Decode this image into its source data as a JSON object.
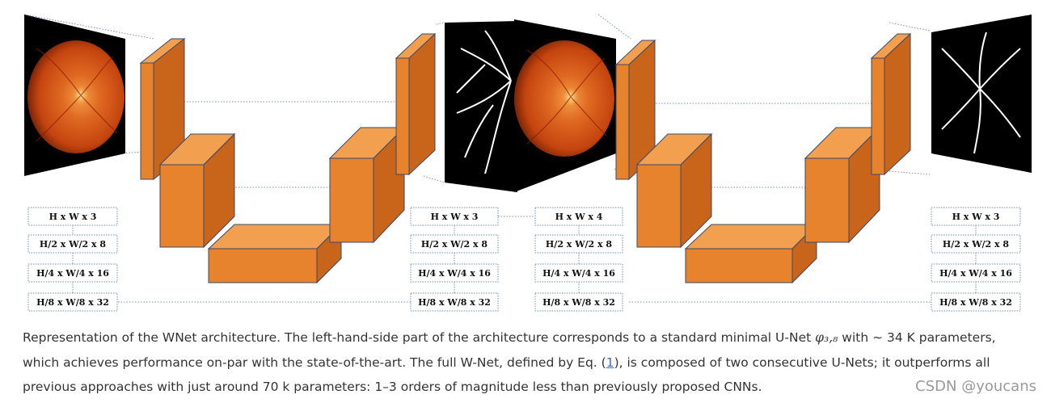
{
  "diagram": {
    "left_labels": [
      "H x W x  3",
      "H/2 x W/2 x 8",
      "H/4 x W/4 x 16",
      "H/8 x W/8 x 32"
    ],
    "mid_left_labels": [
      "H x W x  3",
      "H/2 x W/2 x 8",
      "H/4 x W/4 x 16",
      "H/8 x W/8 x 32"
    ],
    "mid_right_labels": [
      "H x W x 4",
      "H/2 x W/2 x 8",
      "H/4 x W/4 x 16",
      "H/8 x W/8 x 32"
    ],
    "right_labels": [
      "H x W x 3",
      "H/2 x W/2 x 8",
      "H/4 x W/4 x 16",
      "H/8 x W/8 x 32"
    ],
    "colors": {
      "block_front": "#e8832d",
      "block_side": "#c9641b",
      "block_top": "#f2a050",
      "block_edge": "#3a4a6a",
      "fundus": "#d9551a",
      "label_border": "#6f8fb0"
    }
  },
  "caption": {
    "line1_pre": "Representation of the WNet architecture. The left-hand-side part of the architecture corresponds to a standard minimal U-Net ",
    "math": "φ₃,₈",
    "line1_post": " with ∼ 34 K parameters,",
    "line2_pre": "which achieves performance on-par with the state-of-the-art. The full W-Net, defined by Eq. (",
    "eq_ref": "1",
    "line2_post": "), is composed of two consecutive U-Nets; it outperforms all",
    "line3": "previous approaches with just around 70 k parameters: 1–3 orders of magnitude less than previously proposed CNNs."
  },
  "watermark": "CSDN @youcans"
}
